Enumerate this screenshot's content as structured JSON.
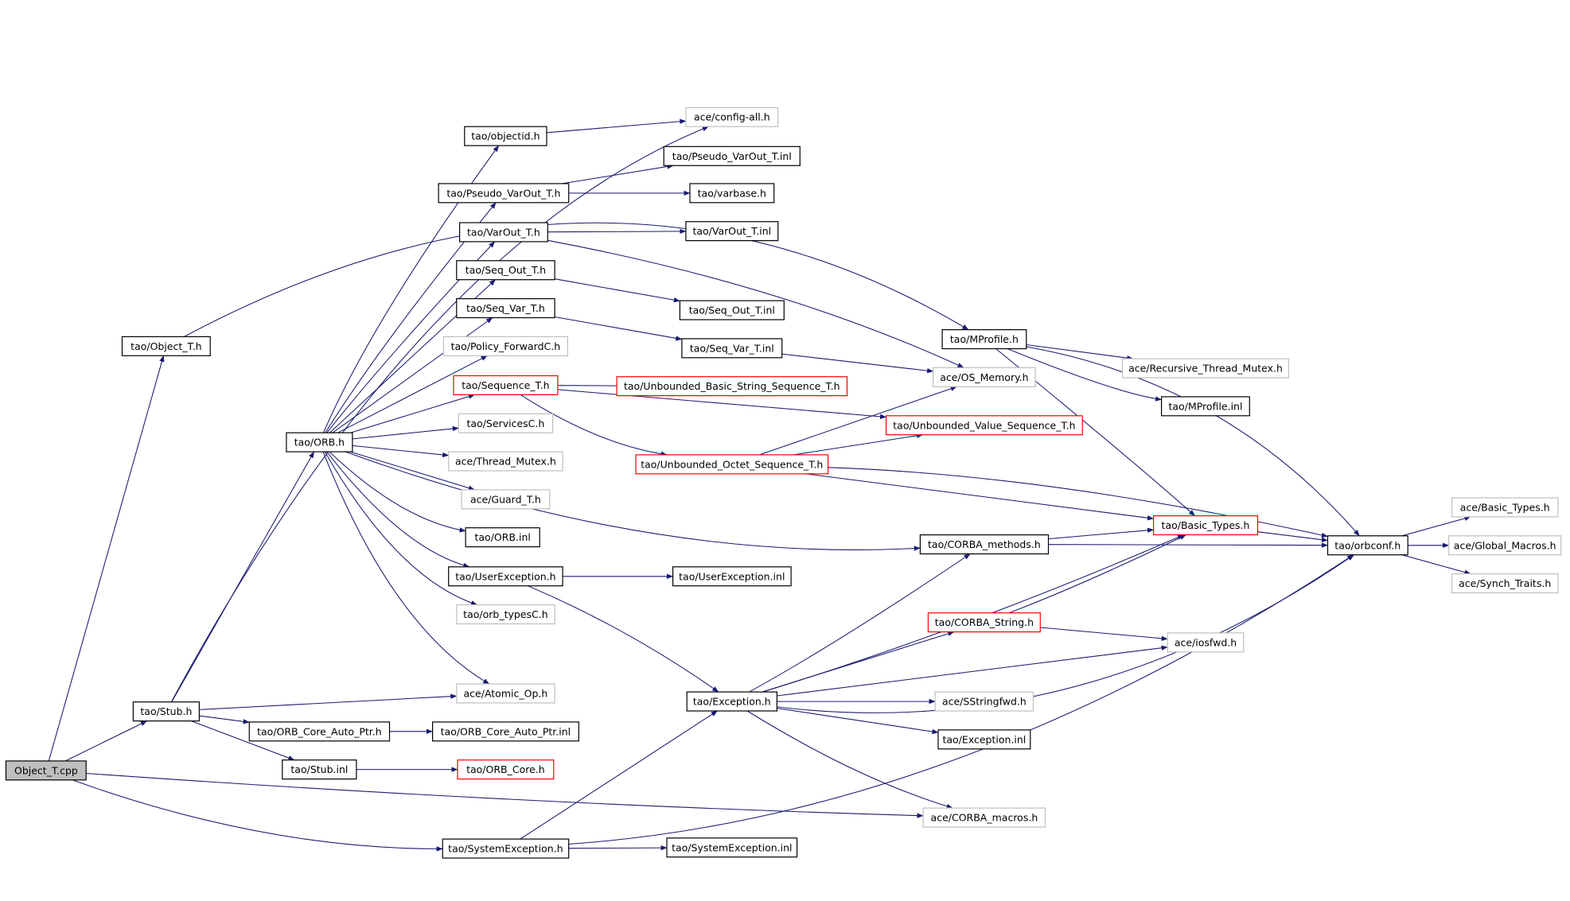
{
  "colors": {
    "edge": "#191970",
    "box_documented": "#000000",
    "box_undocumented": "#bfbfbf",
    "box_truncated": "#ff0000",
    "root_fill": "#bfbfbf",
    "background": "#ffffff"
  },
  "nodes": [
    {
      "id": "object_t_cpp",
      "label": "Object_T.cpp",
      "style": "root"
    },
    {
      "id": "tao_object_t_h",
      "label": "tao/Object_T.h",
      "style": "documented"
    },
    {
      "id": "tao_stub_h",
      "label": "tao/Stub.h",
      "style": "documented"
    },
    {
      "id": "tao_orb_h",
      "label": "tao/ORB.h",
      "style": "documented"
    },
    {
      "id": "ace_config_all_h",
      "label": "ace/config-all.h",
      "style": "undocumented"
    },
    {
      "id": "tao_objectid_h",
      "label": "tao/objectid.h",
      "style": "documented"
    },
    {
      "id": "tao_pseudo_varout_t_inl",
      "label": "tao/Pseudo_VarOut_T.inl",
      "style": "documented"
    },
    {
      "id": "tao_pseudo_varout_t_h",
      "label": "tao/Pseudo_VarOut_T.h",
      "style": "documented"
    },
    {
      "id": "tao_varbase_h",
      "label": "tao/varbase.h",
      "style": "documented"
    },
    {
      "id": "tao_varout_t_h",
      "label": "tao/VarOut_T.h",
      "style": "documented"
    },
    {
      "id": "tao_varout_t_inl",
      "label": "tao/VarOut_T.inl",
      "style": "documented"
    },
    {
      "id": "tao_seq_out_t_h",
      "label": "tao/Seq_Out_T.h",
      "style": "documented"
    },
    {
      "id": "tao_seq_out_t_inl",
      "label": "tao/Seq_Out_T.inl",
      "style": "documented"
    },
    {
      "id": "tao_seq_var_t_h",
      "label": "tao/Seq_Var_T.h",
      "style": "documented"
    },
    {
      "id": "tao_seq_var_t_inl",
      "label": "tao/Seq_Var_T.inl",
      "style": "documented"
    },
    {
      "id": "tao_policy_forwardc_h",
      "label": "tao/Policy_ForwardC.h",
      "style": "undocumented"
    },
    {
      "id": "tao_sequence_t_h",
      "label": "tao/Sequence_T.h",
      "style": "truncated"
    },
    {
      "id": "tao_unbounded_basic_string_sequence_t_h",
      "label": "tao/Unbounded_Basic_String_Sequence_T.h",
      "style": "truncated"
    },
    {
      "id": "tao_unbounded_value_sequence_t_h",
      "label": "tao/Unbounded_Value_Sequence_T.h",
      "style": "truncated"
    },
    {
      "id": "tao_unbounded_octet_sequence_t_h",
      "label": "tao/Unbounded_Octet_Sequence_T.h",
      "style": "truncated"
    },
    {
      "id": "tao_servicesc_h",
      "label": "tao/ServicesC.h",
      "style": "undocumented"
    },
    {
      "id": "ace_thread_mutex_h",
      "label": "ace/Thread_Mutex.h",
      "style": "undocumented"
    },
    {
      "id": "ace_guard_t_h",
      "label": "ace/Guard_T.h",
      "style": "undocumented"
    },
    {
      "id": "tao_orb_inl",
      "label": "tao/ORB.inl",
      "style": "documented"
    },
    {
      "id": "tao_userexception_h",
      "label": "tao/UserException.h",
      "style": "documented"
    },
    {
      "id": "tao_userexception_inl",
      "label": "tao/UserException.inl",
      "style": "documented"
    },
    {
      "id": "tao_orb_typesc_h",
      "label": "tao/orb_typesC.h",
      "style": "undocumented"
    },
    {
      "id": "ace_atomic_op_h",
      "label": "ace/Atomic_Op.h",
      "style": "undocumented"
    },
    {
      "id": "tao_orb_core_auto_ptr_h",
      "label": "tao/ORB_Core_Auto_Ptr.h",
      "style": "documented"
    },
    {
      "id": "tao_orb_core_auto_ptr_inl",
      "label": "tao/ORB_Core_Auto_Ptr.inl",
      "style": "documented"
    },
    {
      "id": "tao_stub_inl",
      "label": "tao/Stub.inl",
      "style": "documented"
    },
    {
      "id": "tao_orb_core_h",
      "label": "tao/ORB_Core.h",
      "style": "truncated"
    },
    {
      "id": "tao_systemexception_h",
      "label": "tao/SystemException.h",
      "style": "documented"
    },
    {
      "id": "tao_systemexception_inl",
      "label": "tao/SystemException.inl",
      "style": "documented"
    },
    {
      "id": "tao_exception_h",
      "label": "tao/Exception.h",
      "style": "documented"
    },
    {
      "id": "tao_mprofile_h",
      "label": "tao/MProfile.h",
      "style": "documented"
    },
    {
      "id": "ace_recursive_thread_mutex_h",
      "label": "ace/Recursive_Thread_Mutex.h",
      "style": "undocumented"
    },
    {
      "id": "tao_mprofile_inl",
      "label": "tao/MProfile.inl",
      "style": "documented"
    },
    {
      "id": "ace_os_memory_h",
      "label": "ace/OS_Memory.h",
      "style": "undocumented"
    },
    {
      "id": "tao_basic_types_h",
      "label": "tao/Basic_Types.h",
      "style": "truncated"
    },
    {
      "id": "tao_corba_methods_h",
      "label": "tao/CORBA_methods.h",
      "style": "documented"
    },
    {
      "id": "tao_corba_string_h",
      "label": "tao/CORBA_String.h",
      "style": "truncated"
    },
    {
      "id": "ace_iosfwd_h",
      "label": "ace/iosfwd.h",
      "style": "undocumented"
    },
    {
      "id": "ace_sstringfwd_h",
      "label": "ace/SStringfwd.h",
      "style": "undocumented"
    },
    {
      "id": "tao_exception_inl",
      "label": "tao/Exception.inl",
      "style": "documented"
    },
    {
      "id": "ace_corba_macros_h",
      "label": "ace/CORBA_macros.h",
      "style": "undocumented"
    },
    {
      "id": "tao_orbconf_h",
      "label": "tao/orbconf.h",
      "style": "documented"
    },
    {
      "id": "ace_basic_types_h",
      "label": "ace/Basic_Types.h",
      "style": "undocumented"
    },
    {
      "id": "ace_global_macros_h",
      "label": "ace/Global_Macros.h",
      "style": "undocumented"
    },
    {
      "id": "ace_synch_traits_h",
      "label": "ace/Synch_Traits.h",
      "style": "undocumented"
    }
  ],
  "edges": [
    {
      "from": "object_t_cpp",
      "to": "tao_object_t_h"
    },
    {
      "from": "object_t_cpp",
      "to": "tao_stub_h"
    },
    {
      "from": "object_t_cpp",
      "to": "tao_systemexception_h"
    },
    {
      "from": "object_t_cpp",
      "to": "ace_corba_macros_h"
    },
    {
      "from": "tao_object_t_h",
      "to": "tao_mprofile_h"
    },
    {
      "from": "tao_stub_h",
      "to": "tao_orb_h"
    },
    {
      "from": "tao_stub_h",
      "to": "ace_config_all_h"
    },
    {
      "from": "tao_stub_h",
      "to": "ace_atomic_op_h"
    },
    {
      "from": "tao_stub_h",
      "to": "tao_orb_core_auto_ptr_h"
    },
    {
      "from": "tao_stub_h",
      "to": "tao_stub_inl"
    },
    {
      "from": "tao_orb_core_auto_ptr_h",
      "to": "tao_orb_core_auto_ptr_inl"
    },
    {
      "from": "tao_stub_inl",
      "to": "tao_orb_core_h"
    },
    {
      "from": "tao_orb_h",
      "to": "tao_objectid_h"
    },
    {
      "from": "tao_orb_h",
      "to": "tao_pseudo_varout_t_h"
    },
    {
      "from": "tao_orb_h",
      "to": "tao_varout_t_h"
    },
    {
      "from": "tao_orb_h",
      "to": "tao_seq_out_t_h"
    },
    {
      "from": "tao_orb_h",
      "to": "tao_seq_var_t_h"
    },
    {
      "from": "tao_orb_h",
      "to": "tao_policy_forwardc_h"
    },
    {
      "from": "tao_orb_h",
      "to": "tao_sequence_t_h"
    },
    {
      "from": "tao_orb_h",
      "to": "tao_servicesc_h"
    },
    {
      "from": "tao_orb_h",
      "to": "ace_thread_mutex_h"
    },
    {
      "from": "tao_orb_h",
      "to": "ace_guard_t_h"
    },
    {
      "from": "tao_orb_h",
      "to": "tao_orb_inl"
    },
    {
      "from": "tao_orb_h",
      "to": "tao_userexception_h"
    },
    {
      "from": "tao_orb_h",
      "to": "tao_orb_typesc_h"
    },
    {
      "from": "tao_orb_h",
      "to": "ace_atomic_op_h"
    },
    {
      "from": "tao_orb_h",
      "to": "tao_corba_methods_h"
    },
    {
      "from": "tao_objectid_h",
      "to": "ace_config_all_h"
    },
    {
      "from": "tao_pseudo_varout_t_h",
      "to": "tao_pseudo_varout_t_inl"
    },
    {
      "from": "tao_pseudo_varout_t_h",
      "to": "tao_varbase_h"
    },
    {
      "from": "tao_varout_t_h",
      "to": "tao_varout_t_inl"
    },
    {
      "from": "tao_varout_t_h",
      "to": "ace_os_memory_h"
    },
    {
      "from": "tao_seq_out_t_h",
      "to": "tao_seq_out_t_inl"
    },
    {
      "from": "tao_seq_var_t_h",
      "to": "tao_seq_var_t_inl"
    },
    {
      "from": "tao_seq_var_t_inl",
      "to": "ace_os_memory_h"
    },
    {
      "from": "tao_sequence_t_h",
      "to": "tao_unbounded_basic_string_sequence_t_h"
    },
    {
      "from": "tao_sequence_t_h",
      "to": "tao_unbounded_value_sequence_t_h"
    },
    {
      "from": "tao_sequence_t_h",
      "to": "tao_unbounded_octet_sequence_t_h"
    },
    {
      "from": "tao_unbounded_octet_sequence_t_h",
      "to": "ace_os_memory_h"
    },
    {
      "from": "tao_unbounded_octet_sequence_t_h",
      "to": "tao_unbounded_value_sequence_t_h"
    },
    {
      "from": "tao_unbounded_octet_sequence_t_h",
      "to": "tao_basic_types_h"
    },
    {
      "from": "tao_unbounded_octet_sequence_t_h",
      "to": "tao_orbconf_h"
    },
    {
      "from": "tao_userexception_h",
      "to": "tao_userexception_inl"
    },
    {
      "from": "tao_userexception_h",
      "to": "tao_exception_h"
    },
    {
      "from": "tao_systemexception_h",
      "to": "tao_systemexception_inl"
    },
    {
      "from": "tao_systemexception_h",
      "to": "tao_exception_h"
    },
    {
      "from": "tao_systemexception_h",
      "to": "tao_orbconf_h"
    },
    {
      "from": "tao_exception_h",
      "to": "tao_corba_methods_h"
    },
    {
      "from": "tao_exception_h",
      "to": "tao_corba_string_h"
    },
    {
      "from": "tao_exception_h",
      "to": "tao_basic_types_h"
    },
    {
      "from": "tao_exception_h",
      "to": "ace_iosfwd_h"
    },
    {
      "from": "tao_exception_h",
      "to": "ace_sstringfwd_h"
    },
    {
      "from": "tao_exception_h",
      "to": "tao_exception_inl"
    },
    {
      "from": "tao_exception_h",
      "to": "ace_corba_macros_h"
    },
    {
      "from": "tao_exception_h",
      "to": "tao_orbconf_h"
    },
    {
      "from": "tao_corba_string_h",
      "to": "ace_iosfwd_h"
    },
    {
      "from": "tao_corba_string_h",
      "to": "tao_basic_types_h"
    },
    {
      "from": "tao_corba_methods_h",
      "to": "tao_basic_types_h"
    },
    {
      "from": "tao_corba_methods_h",
      "to": "tao_orbconf_h"
    },
    {
      "from": "tao_mprofile_h",
      "to": "ace_recursive_thread_mutex_h"
    },
    {
      "from": "tao_mprofile_h",
      "to": "tao_mprofile_inl"
    },
    {
      "from": "tao_mprofile_h",
      "to": "tao_basic_types_h"
    },
    {
      "from": "tao_mprofile_h",
      "to": "tao_orbconf_h"
    },
    {
      "from": "tao_basic_types_h",
      "to": "tao_orbconf_h"
    },
    {
      "from": "tao_orbconf_h",
      "to": "ace_basic_types_h"
    },
    {
      "from": "tao_orbconf_h",
      "to": "ace_global_macros_h"
    },
    {
      "from": "tao_orbconf_h",
      "to": "ace_synch_traits_h"
    }
  ]
}
